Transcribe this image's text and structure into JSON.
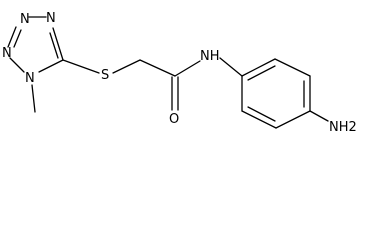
{
  "molecule": {
    "atoms": [
      {
        "id": "n_tz_top",
        "label": "N"
      },
      {
        "id": "n_tz_left",
        "label": "N"
      },
      {
        "id": "n_methyl",
        "label": "N"
      },
      {
        "id": "n_tz_right",
        "label": "N"
      },
      {
        "id": "s_thioether",
        "label": "S"
      },
      {
        "id": "n_amide",
        "label": "NH"
      },
      {
        "id": "o_carbonyl",
        "label": "O"
      },
      {
        "id": "n_amine",
        "label": "NH2"
      }
    ]
  }
}
